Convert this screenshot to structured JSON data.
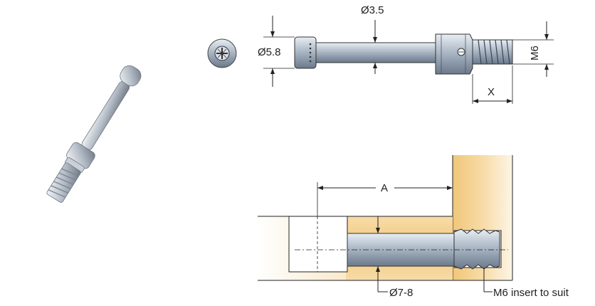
{
  "drawing": {
    "labels": {
      "diameter_rod": "Ø3.5",
      "diameter_head": "Ø5.8",
      "thread": "M6",
      "length_x": "X",
      "distance_a": "A",
      "bore_diameter": "Ø7-8",
      "insert_note": "M6 insert to suit"
    }
  },
  "colors": {
    "metal_light": "#c9d3de",
    "metal_mid": "#9aa8b8",
    "metal_dark": "#5f6e80",
    "wood_light": "#fbeed3",
    "wood_dark": "#f0c77a",
    "line": "#222222"
  }
}
